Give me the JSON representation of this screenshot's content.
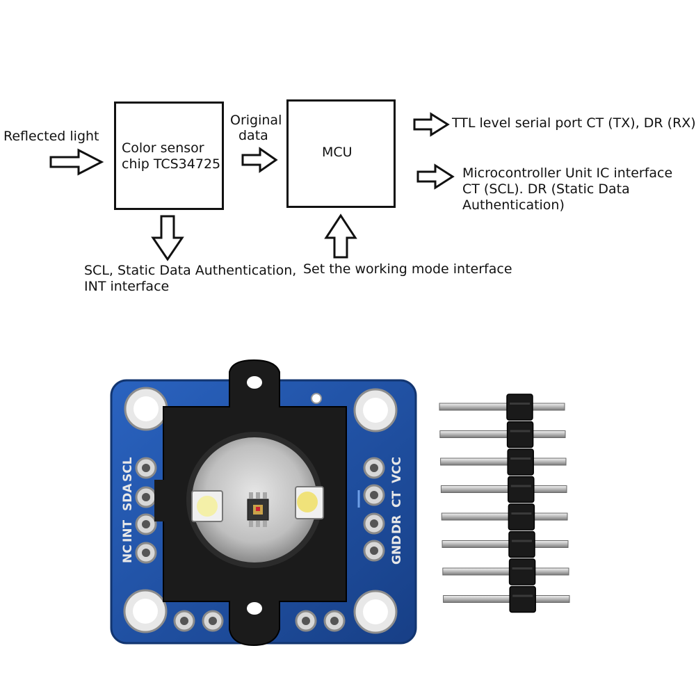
{
  "diagram": {
    "input_label": "Reflected light",
    "sensor_box_label": [
      "Color sensor",
      "chip TCS34725"
    ],
    "data_label": [
      "Original",
      "data"
    ],
    "mcu_label": "MCU",
    "output_ttl": "TTL level serial port CT (TX), DR (RX)",
    "output_iic": [
      "Microcontroller Unit IC interface",
      "CT (SCL). DR (Static Data",
      "Authentication)"
    ],
    "sensor_interfaces": [
      "SCL, Static Data Authentication,",
      "INT interface"
    ],
    "mode_interface": "Set the working mode interface"
  },
  "board": {
    "left_pins": [
      "NC",
      "INT",
      "SDA",
      "SCL"
    ],
    "right_pins": [
      "GND",
      "DR",
      "CT",
      "VCC"
    ],
    "colors": {
      "pcb": "#1d4fa0",
      "pcb_edge": "#2a63c0",
      "housing": "#1a1a1a",
      "pad": "#c9c9c9"
    }
  },
  "header_pins": {
    "count": 8
  }
}
